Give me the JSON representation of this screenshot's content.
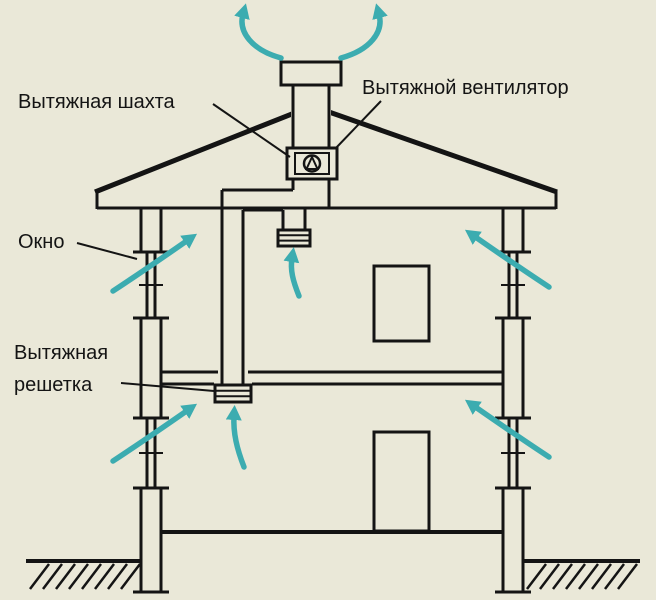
{
  "diagram": {
    "labels": {
      "exhaust_shaft": "Вытяжная шахта",
      "exhaust_fan": "Вытяжной вентилятор",
      "window": "Окно",
      "exhaust_grille": "Вытяжная решетка"
    },
    "colors": {
      "bg": "#eae8d8",
      "ink": "#141414",
      "arrow": "#3cacb0"
    }
  }
}
